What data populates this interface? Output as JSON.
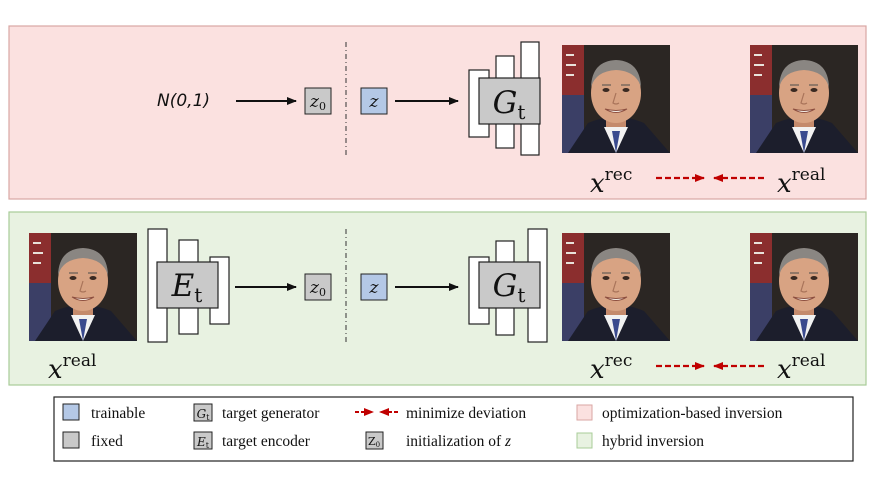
{
  "colors": {
    "optimization_panel_fill": "#fbe1e0",
    "optimization_panel_stroke": "#d9a6a3",
    "hybrid_panel_fill": "#e8f2e1",
    "hybrid_panel_stroke": "#a8cc98",
    "trainable": "#b4c8e6",
    "fixed": "#c9c9c9",
    "deviation_arrow": "#c00000"
  },
  "top_row": {
    "noise_label": "N(0,1)",
    "z0_label": "z",
    "z0_sub": "0",
    "z_label": "z",
    "generator_label": "G",
    "generator_sub": "t",
    "rec_label": "x",
    "rec_sup": "rec",
    "real_label": "x",
    "real_sup": "real"
  },
  "bottom_row": {
    "input_label": "x",
    "input_sup": "real",
    "encoder_label": "E",
    "encoder_sub": "t",
    "z0_label": "z",
    "z0_sub": "0",
    "z_label": "z",
    "generator_label": "G",
    "generator_sub": "t",
    "rec_label": "x",
    "rec_sup": "rec",
    "real_label": "x",
    "real_sup": "real"
  },
  "legend": {
    "trainable": "trainable",
    "fixed": "fixed",
    "gen_icon": "G",
    "gen_icon_sub": "t",
    "target_generator": "target generator",
    "enc_icon": "E",
    "enc_icon_sub": "t",
    "target_encoder": "target encoder",
    "minimize_deviation": "minimize deviation",
    "z0_icon": "Z",
    "z0_icon_sub": "0",
    "init_z_prefix": "initialization of ",
    "init_z_var": "z",
    "optimization": "optimization-based inversion",
    "hybrid": "hybrid inversion"
  }
}
